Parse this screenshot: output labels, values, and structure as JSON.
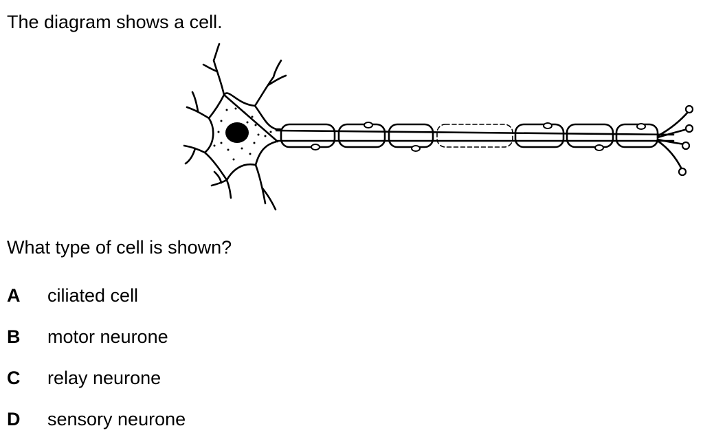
{
  "question": {
    "intro": "The diagram shows a cell.",
    "prompt": "What type of cell is shown?"
  },
  "options": [
    {
      "letter": "A",
      "text": "ciliated cell"
    },
    {
      "letter": "B",
      "text": "motor neurone"
    },
    {
      "letter": "C",
      "text": "relay neurone"
    },
    {
      "letter": "D",
      "text": "sensory neurone"
    }
  ]
}
